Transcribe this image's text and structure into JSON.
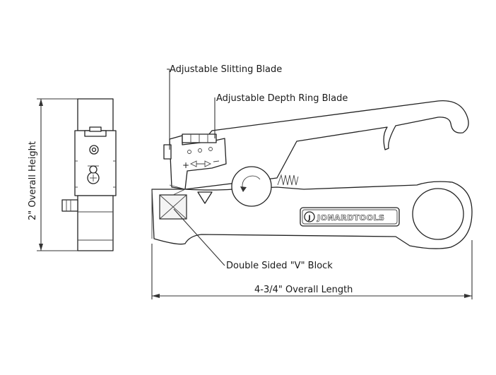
{
  "labels": {
    "slitting_blade": "Adjustable Slitting Blade",
    "depth_ring_blade": "Adjustable Depth Ring Blade",
    "v_block": "Double Sided \"V\" Block",
    "overall_length": "4-3/4\" Overall Length",
    "overall_height": "2\" Overall Height"
  },
  "logo": {
    "mark": "J",
    "brand": "JONARDTOOLS"
  }
}
